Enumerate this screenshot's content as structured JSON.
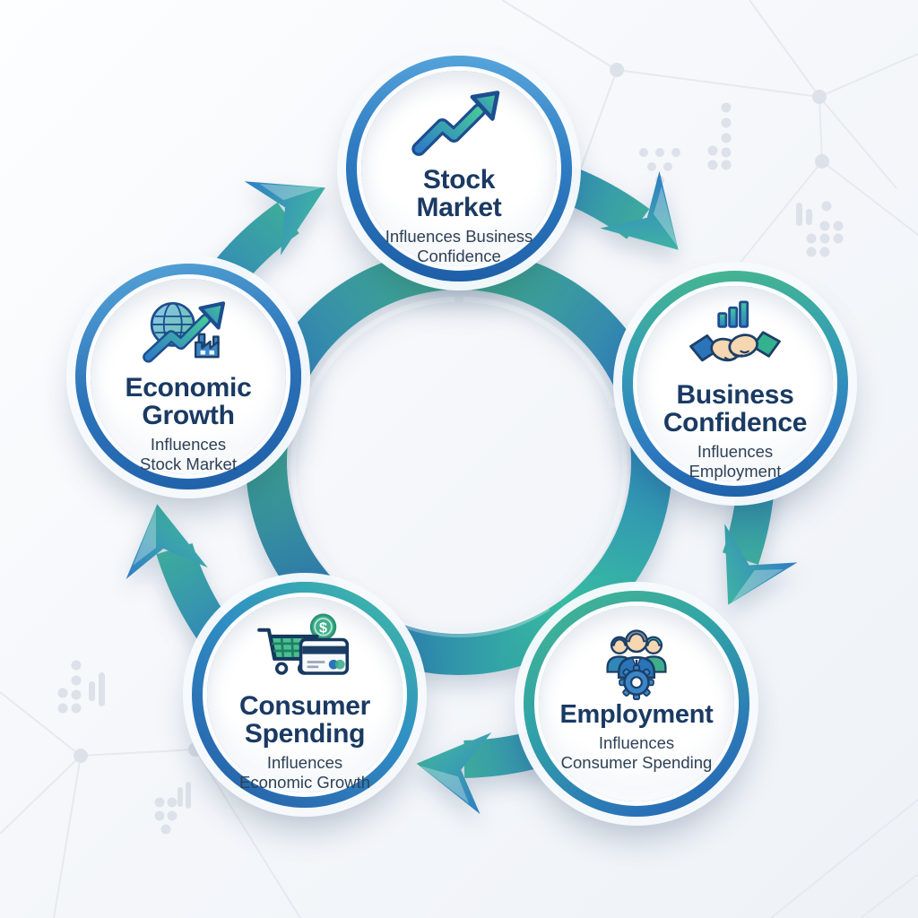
{
  "diagram": {
    "type": "circular-economic-cycle",
    "direction": "clockwise"
  },
  "nodes": [
    {
      "id": "stock-market",
      "title": "Stock\nMarket",
      "subtitle": "Influences Business\nConfidence",
      "icon": "trend-arrow-icon"
    },
    {
      "id": "business-confidence",
      "title": "Business\nConfidence",
      "subtitle": "Influences\nEmployment",
      "icon": "handshake-icon"
    },
    {
      "id": "employment",
      "title": "Employment",
      "subtitle": "Influences\nConsumer Spending",
      "icon": "workers-gear-icon"
    },
    {
      "id": "consumer-spending",
      "title": "Consumer\nSpending",
      "subtitle": "Influences\nEconomic Growth",
      "icon": "cart-card-coin-icon"
    },
    {
      "id": "economic-growth",
      "title": "Economic\nGrowth",
      "subtitle": "Influences\nStock Market",
      "icon": "globe-growth-icon"
    }
  ],
  "coin_symbol": "$",
  "colors": {
    "ribbon_blue": "#2f7dc4",
    "ribbon_green": "#43b287",
    "ribbon_teal": "#38c0a0",
    "title_navy": "#1a3a63",
    "subtitle_slate": "#2e4156",
    "background": "#f5f8fb",
    "decor_gray": "#e4e8ef"
  }
}
